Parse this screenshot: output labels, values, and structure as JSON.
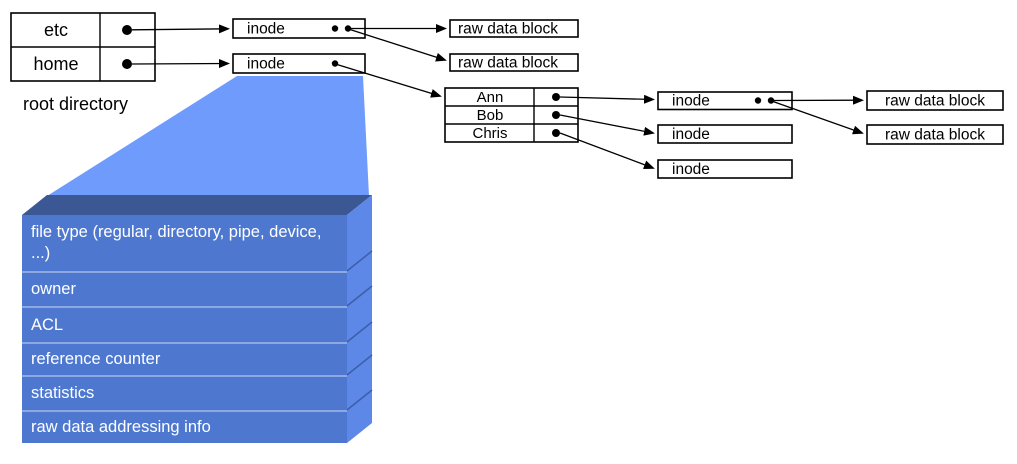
{
  "colors": {
    "funnel": "#6e9bfc",
    "stack-front": "#4e78cf",
    "stack-top": "#3b5794",
    "stack-side": "#5e88e8",
    "stack-separator": "#8ea9e2",
    "stack-bevel-line": "#3c5fa8",
    "stack-text": "#ffffff",
    "line": "#000000",
    "box-fill": "#ffffff"
  },
  "root_directory": {
    "caption": "root directory",
    "entries": [
      "etc",
      "home"
    ]
  },
  "labels": {
    "inode": "inode",
    "raw_data_block": "raw data block"
  },
  "home_directory": {
    "entries": [
      "Ann",
      "Bob",
      "Chris"
    ]
  },
  "inode_structure": {
    "fields": [
      "file type (regular, directory, pipe, device, ...)",
      "owner",
      "ACL",
      "reference counter",
      "statistics",
      "raw data addressing info"
    ]
  }
}
